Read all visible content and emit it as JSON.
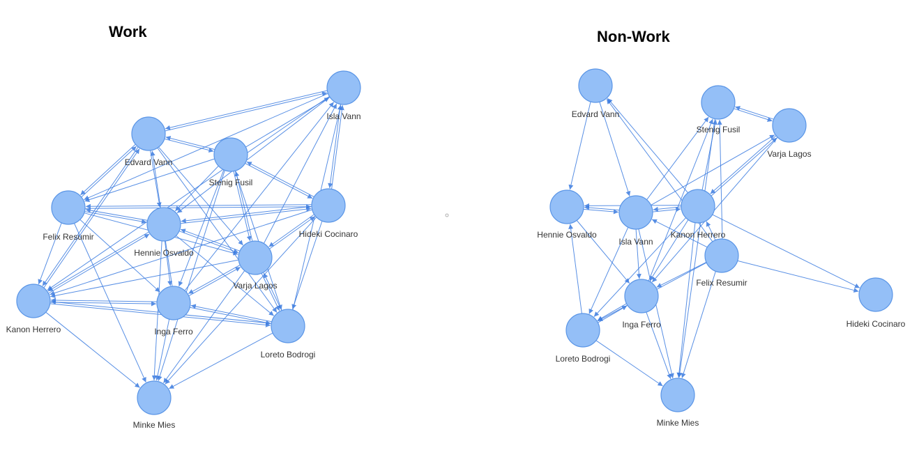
{
  "titles": {
    "work": "Work",
    "nonwork": "Non-Work"
  },
  "colors": {
    "node_fill": "#94bff7",
    "node_stroke": "#5a95e6",
    "edge": "#3a7be0"
  },
  "graphs": [
    {
      "id": "work",
      "title": "Work",
      "nodes": [
        "Isla Vann",
        "Edvard Vann",
        "Stenig Fusil",
        "Felix Resumir",
        "Hennie Osvaldo",
        "Hideki Cocinaro",
        "Varja Lagos",
        "Kanon Herrero",
        "Inga Ferro",
        "Loreto Bodrogi",
        "Minke Mies"
      ],
      "edges": [
        [
          "Isla Vann",
          "Edvard Vann"
        ],
        [
          "Edvard Vann",
          "Isla Vann"
        ],
        [
          "Stenig Fusil",
          "Isla Vann"
        ],
        [
          "Hideki Cocinaro",
          "Isla Vann"
        ],
        [
          "Isla Vann",
          "Hideki Cocinaro"
        ],
        [
          "Varja Lagos",
          "Isla Vann"
        ],
        [
          "Loreto Bodrogi",
          "Isla Vann"
        ],
        [
          "Inga Ferro",
          "Isla Vann"
        ],
        [
          "Isla Vann",
          "Hennie Osvaldo"
        ],
        [
          "Isla Vann",
          "Felix Resumir"
        ],
        [
          "Isla Vann",
          "Kanon Herrero"
        ],
        [
          "Edvard Vann",
          "Stenig Fusil"
        ],
        [
          "Stenig Fusil",
          "Edvard Vann"
        ],
        [
          "Edvard Vann",
          "Felix Resumir"
        ],
        [
          "Felix Resumir",
          "Edvard Vann"
        ],
        [
          "Edvard Vann",
          "Hennie Osvaldo"
        ],
        [
          "Edvard Vann",
          "Kanon Herrero"
        ],
        [
          "Kanon Herrero",
          "Edvard Vann"
        ],
        [
          "Edvard Vann",
          "Varja Lagos"
        ],
        [
          "Edvard Vann",
          "Loreto Bodrogi"
        ],
        [
          "Inga Ferro",
          "Edvard Vann"
        ],
        [
          "Stenig Fusil",
          "Felix Resumir"
        ],
        [
          "Stenig Fusil",
          "Hennie Osvaldo"
        ],
        [
          "Stenig Fusil",
          "Hideki Cocinaro"
        ],
        [
          "Hideki Cocinaro",
          "Stenig Fusil"
        ],
        [
          "Stenig Fusil",
          "Varja Lagos"
        ],
        [
          "Varja Lagos",
          "Stenig Fusil"
        ],
        [
          "Stenig Fusil",
          "Loreto Bodrogi"
        ],
        [
          "Stenig Fusil",
          "Inga Ferro"
        ],
        [
          "Stenig Fusil",
          "Minke Mies"
        ],
        [
          "Felix Resumir",
          "Hennie Osvaldo"
        ],
        [
          "Hennie Osvaldo",
          "Felix Resumir"
        ],
        [
          "Felix Resumir",
          "Kanon Herrero"
        ],
        [
          "Felix Resumir",
          "Hideki Cocinaro"
        ],
        [
          "Hideki Cocinaro",
          "Felix Resumir"
        ],
        [
          "Felix Resumir",
          "Inga Ferro"
        ],
        [
          "Felix Resumir",
          "Varja Lagos"
        ],
        [
          "Felix Resumir",
          "Minke Mies"
        ],
        [
          "Hennie Osvaldo",
          "Hideki Cocinaro"
        ],
        [
          "Hideki Cocinaro",
          "Hennie Osvaldo"
        ],
        [
          "Hennie Osvaldo",
          "Varja Lagos"
        ],
        [
          "Varja Lagos",
          "Hennie Osvaldo"
        ],
        [
          "Hennie Osvaldo",
          "Kanon Herrero"
        ],
        [
          "Kanon Herrero",
          "Hennie Osvaldo"
        ],
        [
          "Hennie Osvaldo",
          "Inga Ferro"
        ],
        [
          "Hennie Osvaldo",
          "Loreto Bodrogi"
        ],
        [
          "Hennie Osvaldo",
          "Minke Mies"
        ],
        [
          "Hideki Cocinaro",
          "Varja Lagos"
        ],
        [
          "Varja Lagos",
          "Hideki Cocinaro"
        ],
        [
          "Hideki Cocinaro",
          "Kanon Herrero"
        ],
        [
          "Hideki Cocinaro",
          "Minke Mies"
        ],
        [
          "Hideki Cocinaro",
          "Loreto Bodrogi"
        ],
        [
          "Varja Lagos",
          "Inga Ferro"
        ],
        [
          "Inga Ferro",
          "Varja Lagos"
        ],
        [
          "Varja Lagos",
          "Loreto Bodrogi"
        ],
        [
          "Loreto Bodrogi",
          "Varja Lagos"
        ],
        [
          "Varja Lagos",
          "Kanon Herrero"
        ],
        [
          "Varja Lagos",
          "Minke Mies"
        ],
        [
          "Kanon Herrero",
          "Inga Ferro"
        ],
        [
          "Inga Ferro",
          "Kanon Herrero"
        ],
        [
          "Kanon Herrero",
          "Minke Mies"
        ],
        [
          "Kanon Herrero",
          "Loreto Bodrogi"
        ],
        [
          "Loreto Bodrogi",
          "Kanon Herrero"
        ],
        [
          "Inga Ferro",
          "Loreto Bodrogi"
        ],
        [
          "Loreto Bodrogi",
          "Inga Ferro"
        ],
        [
          "Inga Ferro",
          "Minke Mies"
        ],
        [
          "Loreto Bodrogi",
          "Minke Mies"
        ]
      ]
    },
    {
      "id": "nonwork",
      "title": "Non-Work",
      "nodes": [
        "Edvard Vann",
        "Stenig Fusil",
        "Varja Lagos",
        "Hennie Osvaldo",
        "Isla Vann",
        "Kanon Herrero",
        "Felix Resumir",
        "Hideki Cocinaro",
        "Inga Ferro",
        "Loreto Bodrogi",
        "Minke Mies"
      ],
      "edges": [
        [
          "Edvard Vann",
          "Hennie Osvaldo"
        ],
        [
          "Edvard Vann",
          "Isla Vann"
        ],
        [
          "Stenig Fusil",
          "Varja Lagos"
        ],
        [
          "Varja Lagos",
          "Stenig Fusil"
        ],
        [
          "Isla Vann",
          "Stenig Fusil"
        ],
        [
          "Kanon Herrero",
          "Stenig Fusil"
        ],
        [
          "Felix Resumir",
          "Stenig Fusil"
        ],
        [
          "Inga Ferro",
          "Stenig Fusil"
        ],
        [
          "Isla Vann",
          "Varja Lagos"
        ],
        [
          "Varja Lagos",
          "Kanon Herrero"
        ],
        [
          "Kanon Herrero",
          "Varja Lagos"
        ],
        [
          "Varja Lagos",
          "Inga Ferro"
        ],
        [
          "Isla Vann",
          "Hennie Osvaldo"
        ],
        [
          "Hennie Osvaldo",
          "Isla Vann"
        ],
        [
          "Kanon Herrero",
          "Hennie Osvaldo"
        ],
        [
          "Loreto Bodrogi",
          "Hennie Osvaldo"
        ],
        [
          "Isla Vann",
          "Kanon Herrero"
        ],
        [
          "Kanon Herrero",
          "Isla Vann"
        ],
        [
          "Felix Resumir",
          "Isla Vann"
        ],
        [
          "Isla Vann",
          "Inga Ferro"
        ],
        [
          "Isla Vann",
          "Loreto Bodrogi"
        ],
        [
          "Felix Resumir",
          "Kanon Herrero"
        ],
        [
          "Kanon Herrero",
          "Edvard Vann"
        ],
        [
          "Felix Resumir",
          "Inga Ferro"
        ],
        [
          "Felix Resumir",
          "Loreto Bodrogi"
        ],
        [
          "Felix Resumir",
          "Minke Mies"
        ],
        [
          "Felix Resumir",
          "Edvard Vann"
        ],
        [
          "Felix Resumir",
          "Hideki Cocinaro"
        ],
        [
          "Kanon Herrero",
          "Hideki Cocinaro"
        ],
        [
          "Kanon Herrero",
          "Inga Ferro"
        ],
        [
          "Kanon Herrero",
          "Minke Mies"
        ],
        [
          "Kanon Herrero",
          "Loreto Bodrogi"
        ],
        [
          "Inga Ferro",
          "Loreto Bodrogi"
        ],
        [
          "Loreto Bodrogi",
          "Inga Ferro"
        ],
        [
          "Inga Ferro",
          "Minke Mies"
        ],
        [
          "Loreto Bodrogi",
          "Minke Mies"
        ],
        [
          "Isla Vann",
          "Minke Mies"
        ],
        [
          "Hennie Osvaldo",
          "Inga Ferro"
        ],
        [
          "Stenig Fusil",
          "Minke Mies"
        ]
      ]
    }
  ]
}
